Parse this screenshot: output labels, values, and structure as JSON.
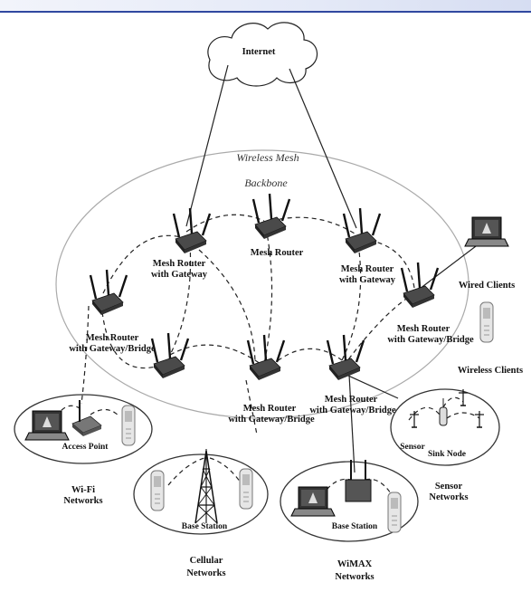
{
  "labels": {
    "internet": "Internet",
    "backbone_1": "Wireless Mesh",
    "backbone_2": "Backbone",
    "mr_gw_left_1": "Mesh Router",
    "mr_gw_left_2": "with Gateway",
    "mr_center": "Mesh Router",
    "mr_gw_right_1": "Mesh Router",
    "mr_gw_right_2": "with Gateway",
    "mr_gwb_left_1": "Mesh Router",
    "mr_gwb_left_2": "with Gateway/Bridge",
    "mr_gwb_right_1": "Mesh Router",
    "mr_gwb_right_2": "with Gateway/Bridge",
    "mr_gwb_botc_1": "Mesh Router",
    "mr_gwb_botc_2": "with Gateway/Bridge",
    "mr_gwb_botr_1": "Mesh Router",
    "mr_gwb_botr_2": "with Gateway/Bridge",
    "wired_clients": "Wired Clients",
    "wireless_clients": "Wireless Clients",
    "access_point": "Access Point",
    "wifi_1": "Wi-Fi",
    "wifi_2": "Networks",
    "base_station_cell": "Base Station",
    "cellular_1": "Cellular",
    "cellular_2": "Networks",
    "base_station_wimax": "Base Station",
    "wimax_1": "WiMAX",
    "wimax_2": "Networks",
    "sensor": "Sensor",
    "sink_node": "Sink Node",
    "sensor_net_1": "Sensor",
    "sensor_net_2": "Networks"
  }
}
